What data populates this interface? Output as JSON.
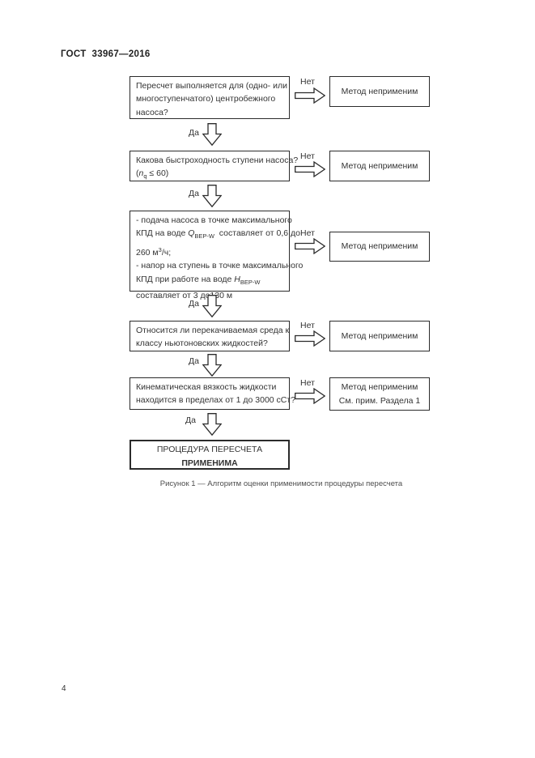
{
  "page": {
    "header": "ГОСТ  33967—2016",
    "page_number": "4",
    "caption": "Рисунок 1 — Алгоритм оценки применимости процедуры пересчета"
  },
  "labels": {
    "yes": "Да",
    "no": "Нет"
  },
  "flow": {
    "q1": {
      "l1": "Пересчет выполняется для (одно- или",
      "l2": "многоступенчатого) центробежного",
      "l3": "насоса?"
    },
    "q2": {
      "l1": "Какова быстроходность ступени насоса?",
      "l2_open": "(",
      "l2_var": "n",
      "l2_sub": "q",
      "l2_rest": " ≤ 60)"
    },
    "q3": {
      "l1": "- подача насоса в точке максимального",
      "l2_pre": "КПД на воде ",
      "l2_var": "Q",
      "l2_sub": "BEP-W",
      "l2_rest": "  составляет от 0,6 до",
      "l3_pre": "260 м",
      "l3_sup": "3",
      "l3_rest": "/ч;",
      "l4": "- напор на ступень в точке максимального",
      "l5_pre": "КПД при работе на воде ",
      "l5_var": "H",
      "l5_sub": "BEP-W",
      "l6": "составляет от 3 до130 м"
    },
    "q4": {
      "l1": "Относится ли перекачиваемая среда к",
      "l2": "классу ньютоновских жидкостей?"
    },
    "q5": {
      "l1": "Кинематическая вязкость жидкости",
      "l2": "находится в пределах от 1 до 3000 сСт?"
    },
    "final": {
      "l1": "ПРОЦЕДУРА ПЕРЕСЧЕТА",
      "l2": "ПРИМЕНИМА"
    },
    "r1": {
      "l1": "Метод неприменим"
    },
    "r2": {
      "l1": "Метод неприменим"
    },
    "r3": {
      "l1": "Метод неприменим"
    },
    "r4": {
      "l1": "Метод неприменим"
    },
    "r5": {
      "l1": "Метод неприменим",
      "l2": "См. прим. Раздела 1"
    }
  }
}
